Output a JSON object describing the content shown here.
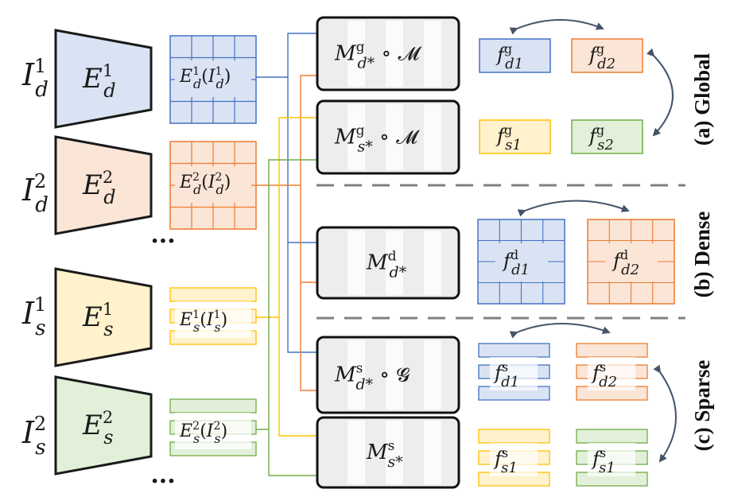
{
  "inputs": [
    {
      "label_main": "I",
      "sub": "d",
      "sup": "1"
    },
    {
      "label_main": "I",
      "sub": "d",
      "sup": "2"
    },
    {
      "label_main": "I",
      "sub": "s",
      "sup": "1"
    },
    {
      "label_main": "I",
      "sub": "s",
      "sup": "2"
    }
  ],
  "encoders": [
    {
      "main": "E",
      "sub": "d",
      "sup": "1",
      "color": "#dae3f3",
      "stroke": "#1a1a1a"
    },
    {
      "main": "E",
      "sub": "d",
      "sup": "2",
      "color": "#fbe5d6",
      "stroke": "#1a1a1a"
    },
    {
      "main": "E",
      "sub": "s",
      "sup": "1",
      "color": "#fff2cc",
      "stroke": "#1a1a1a"
    },
    {
      "main": "E",
      "sub": "s",
      "sup": "2",
      "color": "#e2f0d9",
      "stroke": "#1a1a1a"
    }
  ],
  "features": [
    {
      "main": "E",
      "sub": "d",
      "sup": "1",
      "arg": "I",
      "asub": "d",
      "asup": "1",
      "kind": "grid",
      "stroke": "#4472c4",
      "fill": "#dae3f3"
    },
    {
      "main": "E",
      "sub": "d",
      "sup": "2",
      "arg": "I",
      "asub": "d",
      "asup": "2",
      "kind": "grid",
      "stroke": "#ed7d31",
      "fill": "#fbe5d6"
    },
    {
      "main": "E",
      "sub": "s",
      "sup": "1",
      "arg": "I",
      "asub": "s",
      "asup": "1",
      "kind": "bars",
      "stroke": "#ffc000",
      "fill": "#fff2cc"
    },
    {
      "main": "E",
      "sub": "s",
      "sup": "2",
      "arg": "I",
      "asub": "s",
      "asup": "2",
      "kind": "bars",
      "stroke": "#70ad47",
      "fill": "#e2f0d9"
    }
  ],
  "ellipsis": "...",
  "matchers": [
    {
      "main": "M",
      "sub": "d*",
      "sup": "g",
      "op": "∘",
      "op_arg": "𝓜"
    },
    {
      "main": "M",
      "sub": "s*",
      "sup": "g",
      "op": "∘",
      "op_arg": "𝓜"
    },
    {
      "main": "M",
      "sub": "d*",
      "sup": "d",
      "op": "",
      "op_arg": ""
    },
    {
      "main": "M",
      "sub": "d*",
      "sup": "s",
      "op": "∘",
      "op_arg": "𝓖"
    },
    {
      "main": "M",
      "sub": "s*",
      "sup": "s",
      "op": "",
      "op_arg": ""
    }
  ],
  "outputs": {
    "global": [
      {
        "main": "f",
        "sub": "d1",
        "sup": "g"
      },
      {
        "main": "f",
        "sub": "d2",
        "sup": "g"
      },
      {
        "main": "f",
        "sub": "s1",
        "sup": "g"
      },
      {
        "main": "f",
        "sub": "s2",
        "sup": "g"
      }
    ],
    "dense": [
      {
        "main": "f",
        "sub": "d1",
        "sup": "d"
      },
      {
        "main": "f",
        "sub": "d2",
        "sup": "d"
      }
    ],
    "sparse": [
      {
        "main": "f",
        "sub": "d1",
        "sup": "s"
      },
      {
        "main": "f",
        "sub": "d2",
        "sup": "s"
      },
      {
        "main": "f",
        "sub": "s1",
        "sup": "s"
      },
      {
        "main": "f",
        "sub": "s1",
        "sup": "s"
      }
    ]
  },
  "sections": [
    "(a) Global",
    "(b) Dense",
    "(c) Sparse"
  ],
  "colors": {
    "blue": "#4472c4",
    "blue_fill": "#dae3f3",
    "orange": "#ed7d31",
    "orange_fill": "#fbe5d6",
    "yellow": "#ffc000",
    "yellow_fill": "#fff2cc",
    "green": "#70ad47",
    "green_fill": "#e2f0d9",
    "arrow": "#44546a",
    "divider": "#808080",
    "matcher_fill": "#ededed"
  }
}
